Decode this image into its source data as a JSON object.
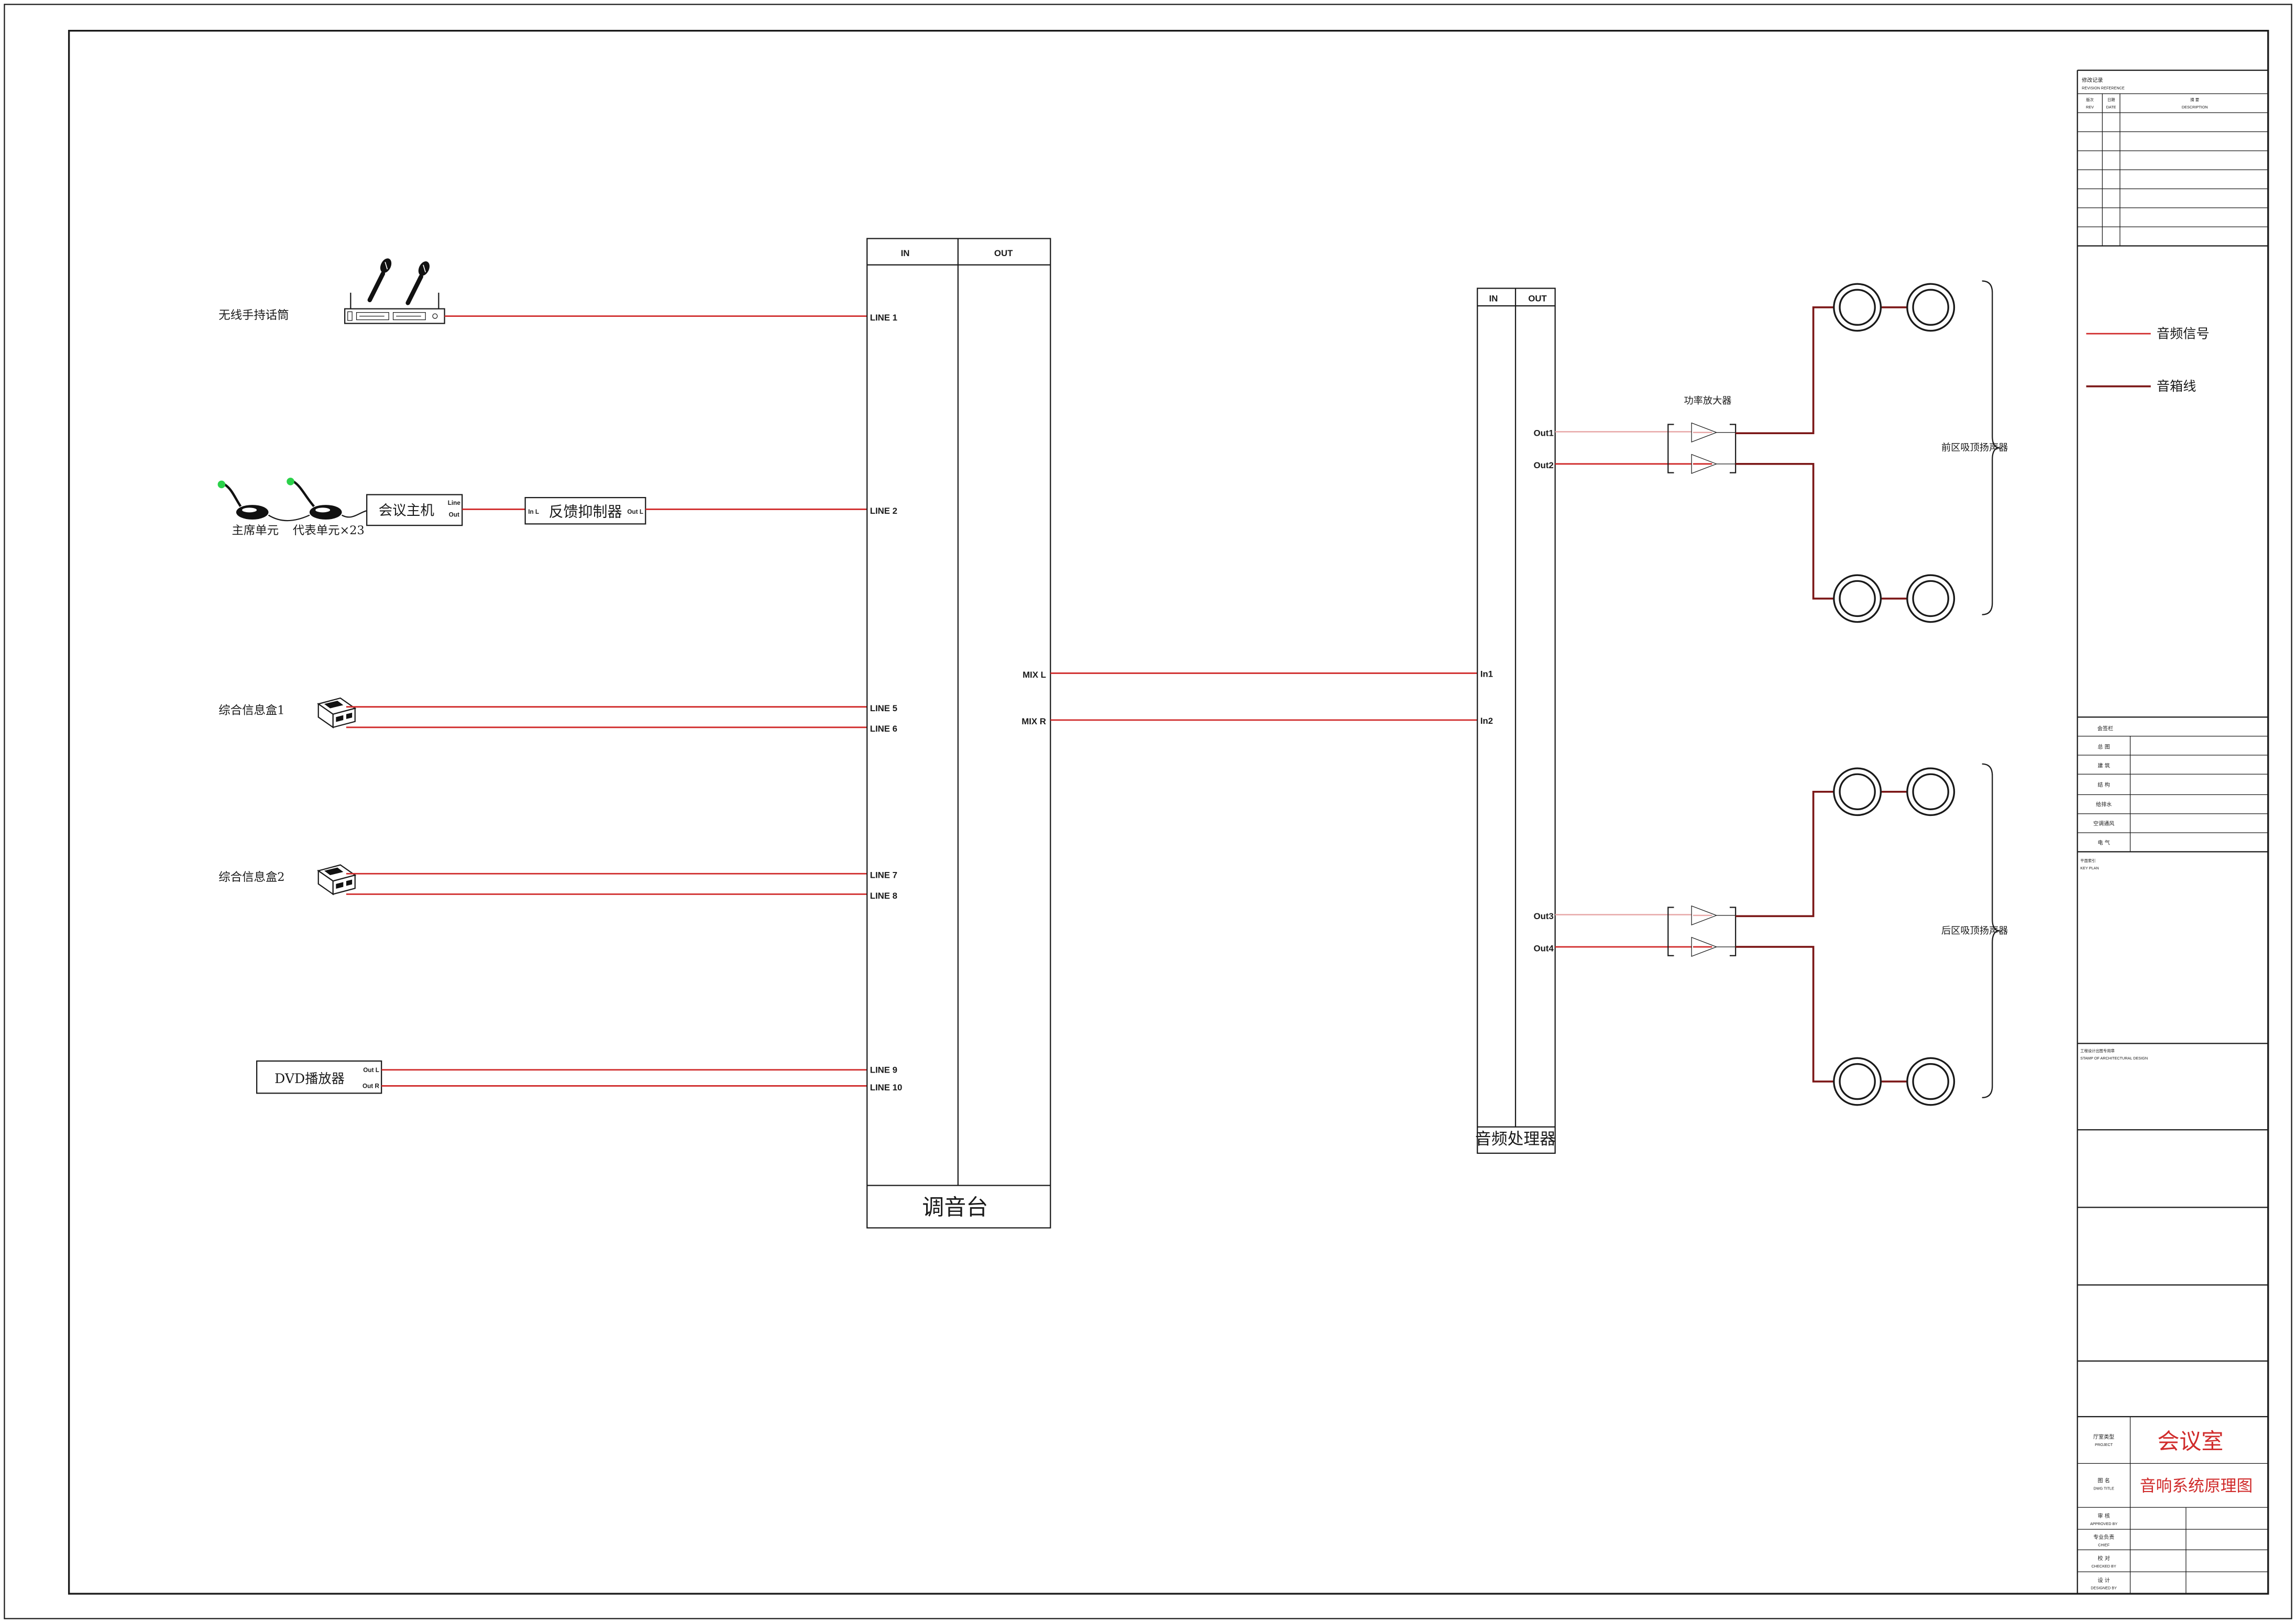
{
  "drawing": {
    "sources": {
      "wireless_mic": {
        "label": "无线手持话筒"
      },
      "conference_system": {
        "host_label": "会议主机",
        "host_port_line": "Line",
        "host_port_out": "Out",
        "chairman_unit": "主席单元",
        "delegate_unit": "代表单元×23"
      },
      "feedback_suppressor": {
        "label": "反馈抑制器",
        "port_in": "In L",
        "port_out": "Out L"
      },
      "info_box_1": {
        "label": "综合信息盒1"
      },
      "info_box_2": {
        "label": "综合信息盒2"
      },
      "dvd_player": {
        "label": "DVD播放器",
        "port_out_l": "Out L",
        "port_out_r": "Out R"
      }
    },
    "mixer": {
      "label": "调音台",
      "header_in": "IN",
      "header_out": "OUT",
      "inputs": [
        "LINE 1",
        "LINE 2",
        "LINE 5",
        "LINE 6",
        "LINE 7",
        "LINE 8",
        "LINE 9",
        "LINE 10"
      ],
      "outputs": [
        "MIX L",
        "MIX R"
      ]
    },
    "processor": {
      "label": "音频处理器",
      "header_in": "IN",
      "header_out": "OUT",
      "inputs": [
        "In1",
        "In2"
      ],
      "outputs": [
        "Out1",
        "Out2",
        "Out3",
        "Out4"
      ]
    },
    "amplifier": {
      "label": "功率放大器"
    },
    "speaker_zones": [
      {
        "label": "前区吸顶扬声器"
      },
      {
        "label": "后区吸顶扬声器"
      }
    ]
  },
  "title_block": {
    "revision": {
      "title_cn": "修改记录",
      "title_en": "REVISION REFERENCE",
      "col_rev_cn": "版次",
      "col_rev_en": "REV",
      "col_date_cn": "日期",
      "col_date_en": "DATE",
      "col_desc_cn": "摘 要",
      "col_desc_en": "DESCRIPTION"
    },
    "legend": [
      {
        "label": "音频信号",
        "color": "#d02b2b"
      },
      {
        "label": "音箱线",
        "color": "#7b1717"
      }
    ],
    "countersign": {
      "title": "会签栏",
      "disciplines": [
        "总 图",
        "建 筑",
        "结 构",
        "给排水",
        "空调通风",
        "电 气"
      ]
    },
    "key_plan": {
      "cn": "平面索引",
      "en": "KEY PLAN"
    },
    "stamp": {
      "cn": "工程设计出图专用章",
      "en": "STAMP OF ARCHITECTURAL DESIGN"
    },
    "project": {
      "label_cn": "厅室类型",
      "label_en": "PROJECT",
      "value": "会议室"
    },
    "dwg_title": {
      "label_cn": "图 名",
      "label_en": "DWG TITLE",
      "value": "音响系统原理图"
    },
    "signoff": [
      {
        "cn": "审 核",
        "en": "APPROVED BY"
      },
      {
        "cn": "专业负责",
        "en": "CHIEF"
      },
      {
        "cn": "校 对",
        "en": "CHECKED BY"
      },
      {
        "cn": "设 计",
        "en": "DESIGNED BY"
      }
    ]
  },
  "colors": {
    "audio_signal": "#d02b2b",
    "audio_signal_light": "#e7a7a7",
    "speaker_line": "#7b1717",
    "ink": "#1a1a1a",
    "title_text": "#d02b2b",
    "mic_indicator": "#2bd14a"
  }
}
